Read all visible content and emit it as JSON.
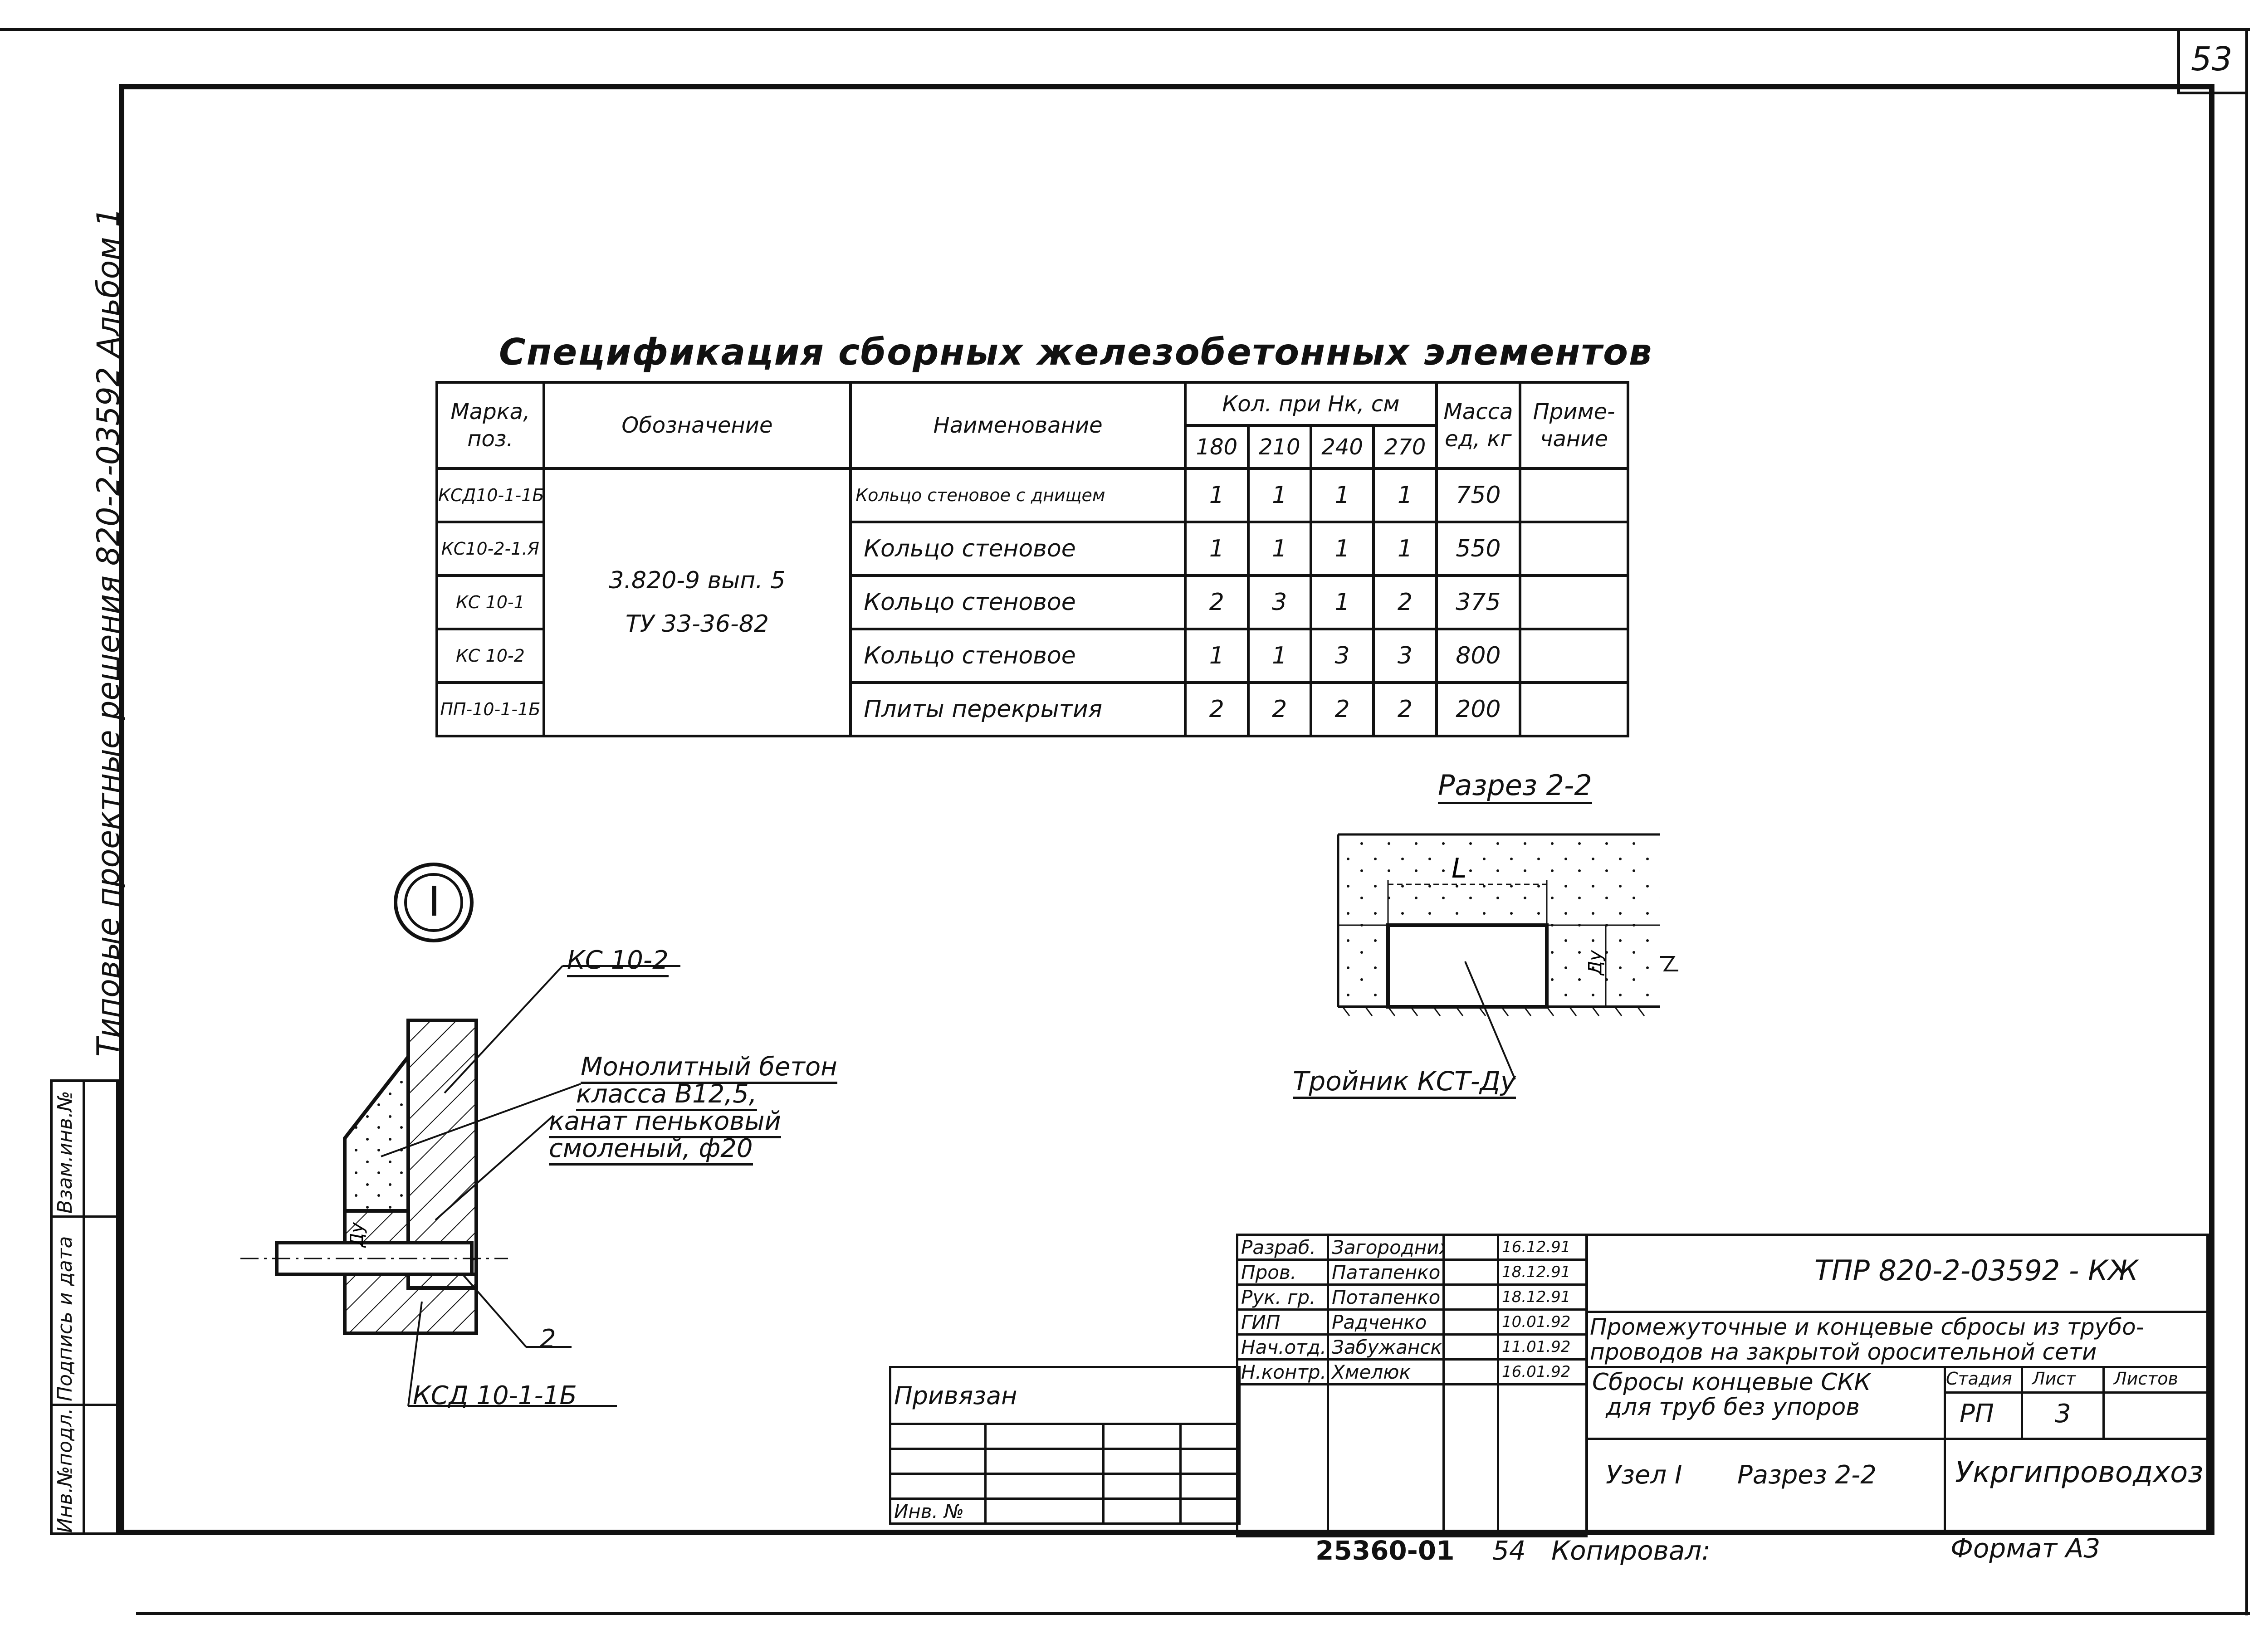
{
  "page_number": "53",
  "side_title": "Типовые проектные решения 820-2-03592 Альбом 1",
  "side_stamp": [
    "Инв.№подл.",
    "Подпись и дата",
    "Взам.инв.№"
  ],
  "spec": {
    "title": "Спецификация сборных железобетонных элементов",
    "headers": {
      "mark": "Марка, поз.",
      "designation": "Обозначение",
      "name": "Наименование",
      "qty": "Кол. при Нк, см",
      "qty_cols": [
        "180",
        "210",
        "240",
        "270"
      ],
      "mass": "Масса ед, кг",
      "note": "Приме-чание"
    },
    "designation_lines": [
      "3.820-9 вып. 5",
      "ТУ 33-36-82"
    ],
    "rows": [
      {
        "mark": "КСД10-1-1Б",
        "name": "Кольцо стеновое с днищем",
        "q": [
          "1",
          "1",
          "1",
          "1"
        ],
        "mass": "750",
        "note": ""
      },
      {
        "mark": "КС10-2-1.Я",
        "name": "Кольцо стеновое",
        "q": [
          "1",
          "1",
          "1",
          "1"
        ],
        "mass": "550",
        "note": ""
      },
      {
        "mark": "КС 10-1",
        "name": "Кольцо стеновое",
        "q": [
          "2",
          "3",
          "1",
          "2"
        ],
        "mass": "375",
        "note": ""
      },
      {
        "mark": "КС 10-2",
        "name": "Кольцо стеновое",
        "q": [
          "1",
          "1",
          "3",
          "3"
        ],
        "mass": "800",
        "note": ""
      },
      {
        "mark": "ПП-10-1-1Б",
        "name": "Плиты перекрытия",
        "q": [
          "2",
          "2",
          "2",
          "2"
        ],
        "mass": "200",
        "note": ""
      }
    ]
  },
  "node": {
    "marker": "I",
    "label_ks": "КС 10-2",
    "label_concrete": [
      "Монолитный бетон",
      "класса В12,5,",
      "канат пеньковый",
      "смоленый, ф20"
    ],
    "label_pos": "2",
    "label_ksd": "КСД 10-1-1Б",
    "label_du": "Ду"
  },
  "section": {
    "title": "Разрез 2-2",
    "dim_label": "L",
    "du": "Ду",
    "tee_label": "Тройник КСТ-Ду"
  },
  "title_block": {
    "code": "ТПР 820-2-03592 - КЖ",
    "desc": [
      "Промежуточные и концевые сбросы из трубо-",
      "проводов на закрытой оросительной сети"
    ],
    "sheet_desc": [
      "Сбросы концевые СКК",
      "для труб без упоров"
    ],
    "sheet_content": [
      "Узел I",
      "Разрез 2-2"
    ],
    "stage_hdr": "Стадия",
    "sheet_hdr": "Лист",
    "sheets_hdr": "Листов",
    "stage": "РП",
    "sheet": "3",
    "org": "Укргипроводхоз",
    "signers": [
      {
        "role": "Разраб.",
        "name": "Загородних",
        "date": "16.12.91"
      },
      {
        "role": "Пров.",
        "name": "Патапенко",
        "date": "18.12.91"
      },
      {
        "role": "Рук. гр.",
        "name": "Потапенко",
        "date": "18.12.91"
      },
      {
        "role": "ГИП",
        "name": "Радченко",
        "date": "10.01.92"
      },
      {
        "role": "Нач.отд.",
        "name": "Забужанский",
        "date": "11.01.92"
      },
      {
        "role": "Н.контр.",
        "name": "Хмелюк",
        "date": "16.01.92"
      }
    ],
    "privyazan": "Привязан",
    "inv": "Инв. №"
  },
  "footer": {
    "code": "25360-01",
    "num": "54",
    "copied": "Копировал:",
    "format": "Формат А3"
  }
}
